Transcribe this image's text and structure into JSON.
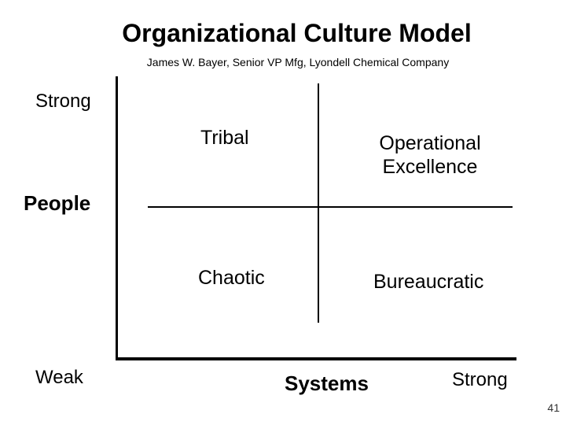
{
  "slide": {
    "title": "Organizational Culture Model",
    "subtitle": "James W. Bayer, Senior VP Mfg, Lyondell Chemical Company",
    "page_number": "41"
  },
  "diagram": {
    "type": "quadrant-model",
    "y_axis": {
      "label": "People",
      "top_end_label": "Strong",
      "bottom_end_label": "Weak"
    },
    "x_axis": {
      "label": "Systems",
      "right_end_label": "Strong"
    },
    "quadrants": {
      "top_left": "Tribal",
      "top_right": "Operational Excellence",
      "bottom_left": "Chaotic",
      "bottom_right": "Bureaucratic"
    }
  },
  "colors": {
    "background": "#ffffff",
    "text": "#000000",
    "axis_line": "#000000"
  }
}
